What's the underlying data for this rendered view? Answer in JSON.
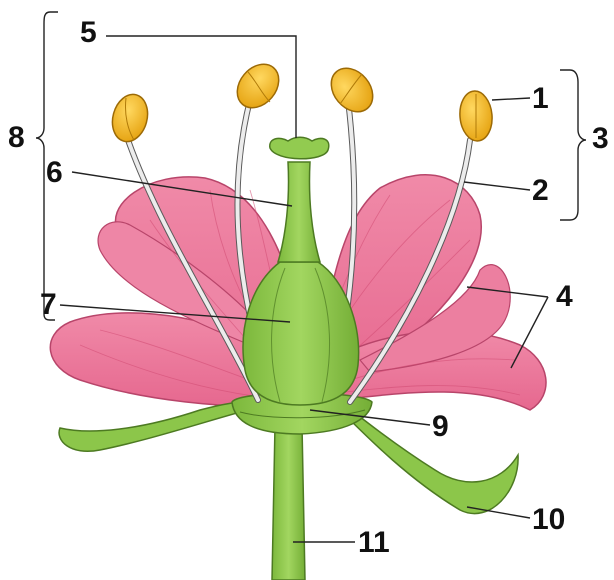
{
  "labels": {
    "stamen_anther": "1",
    "stamen_filament": "2",
    "stamen": "3",
    "petal": "4",
    "stigma": "5",
    "style": "6",
    "ovary": "7",
    "pistil": "8",
    "receptacle": "9",
    "sepal": "10",
    "pedicel": "11"
  },
  "colors": {
    "petal": "#e9799c",
    "petal_vein": "#d14a72",
    "green": "#8cc64a",
    "green_dark": "#6aa032",
    "anther": "#f2b928",
    "filament": "#e8e8e8",
    "line": "#222222"
  }
}
